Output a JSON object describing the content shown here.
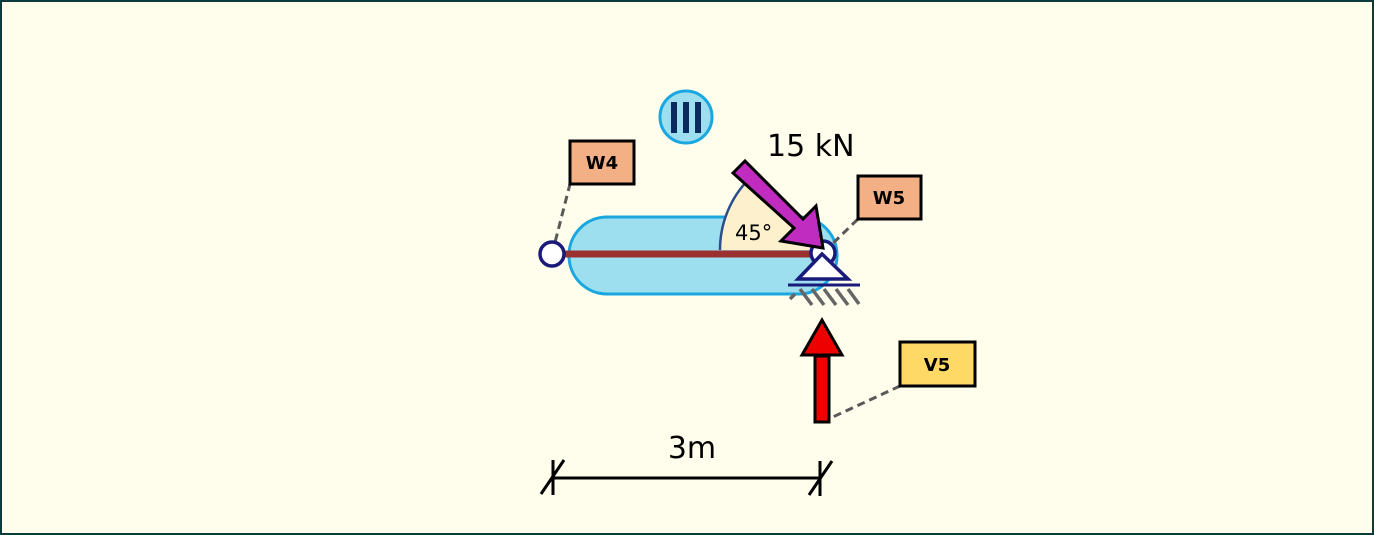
{
  "diagram": {
    "section_label": "III",
    "load": {
      "label": "15 kN",
      "angle_label": "45°",
      "color": "#c02cc0"
    },
    "dimension_label": "3m",
    "tags": [
      {
        "id": "w4",
        "label": "W4",
        "color": "#f2b084"
      },
      {
        "id": "w5",
        "label": "W5",
        "color": "#f2b084"
      },
      {
        "id": "v5",
        "label": "V5",
        "color": "#ffd966"
      }
    ],
    "colors": {
      "background": "#fffeed",
      "border": "#0c3b3c",
      "member_fill": "#9ddfee",
      "member_stroke": "#1aa7e0",
      "beam": "#9b3030",
      "reaction": "#ee0000",
      "node": "#1a1a7a"
    }
  }
}
